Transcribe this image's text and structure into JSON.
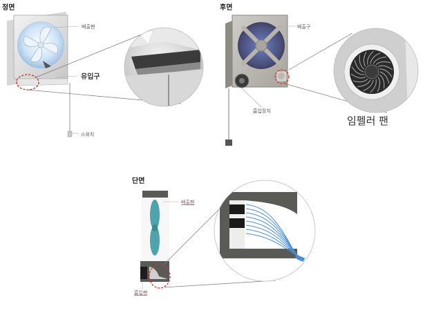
{
  "front": {
    "heading": "정면",
    "exhaust_fan_label": "배출팬",
    "inlet_label": "유입구",
    "switch_label": "스위치"
  },
  "back": {
    "heading": "후면",
    "exhaust_port_label": "배출구",
    "intake_device_label": "흡입장치",
    "impeller_label": "임펠러 팬"
  },
  "section": {
    "heading": "단면",
    "exhaust_fan_label": "배출팬",
    "intake_fan_label": "흡입팬"
  },
  "colors": {
    "highlight_circle": "#d83030",
    "airflow": "#4a8fd8",
    "fan_blade": "#4fa3ab"
  }
}
